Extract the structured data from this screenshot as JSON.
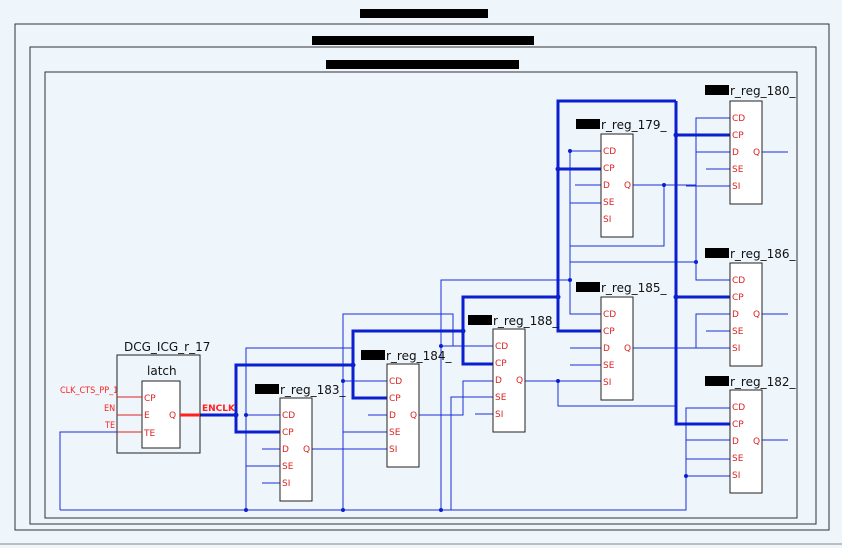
{
  "colors": {
    "background": "#eef6fc",
    "frame": "#333333",
    "wire": "#1a2fd6",
    "bus": "#0a1fd0",
    "pin_label": "#dd2222",
    "redaction": "#000000"
  },
  "icg": {
    "title": "DCG_ICG_r_17",
    "inner_title": "latch",
    "pins_left": [
      "CP",
      "E",
      "TE"
    ],
    "pin_right": "Q",
    "inputs": [
      "CLK_CTS_PP_1",
      "EN",
      "TE"
    ],
    "output_net": "ENCLK"
  },
  "flops": {
    "pins_left": [
      "CD",
      "CP",
      "D",
      "SE",
      "SI"
    ],
    "pin_right": "Q",
    "r183": {
      "label": "r_reg_183_"
    },
    "r184": {
      "label": "r_reg_184_"
    },
    "r188": {
      "label": "r_reg_188_"
    },
    "r185": {
      "label": "r_reg_185_"
    },
    "r179": {
      "label": "r_reg_179_"
    },
    "r180": {
      "label": "r_reg_180_"
    },
    "r186": {
      "label": "r_reg_186_"
    },
    "r182": {
      "label": "r_reg_182_"
    }
  }
}
